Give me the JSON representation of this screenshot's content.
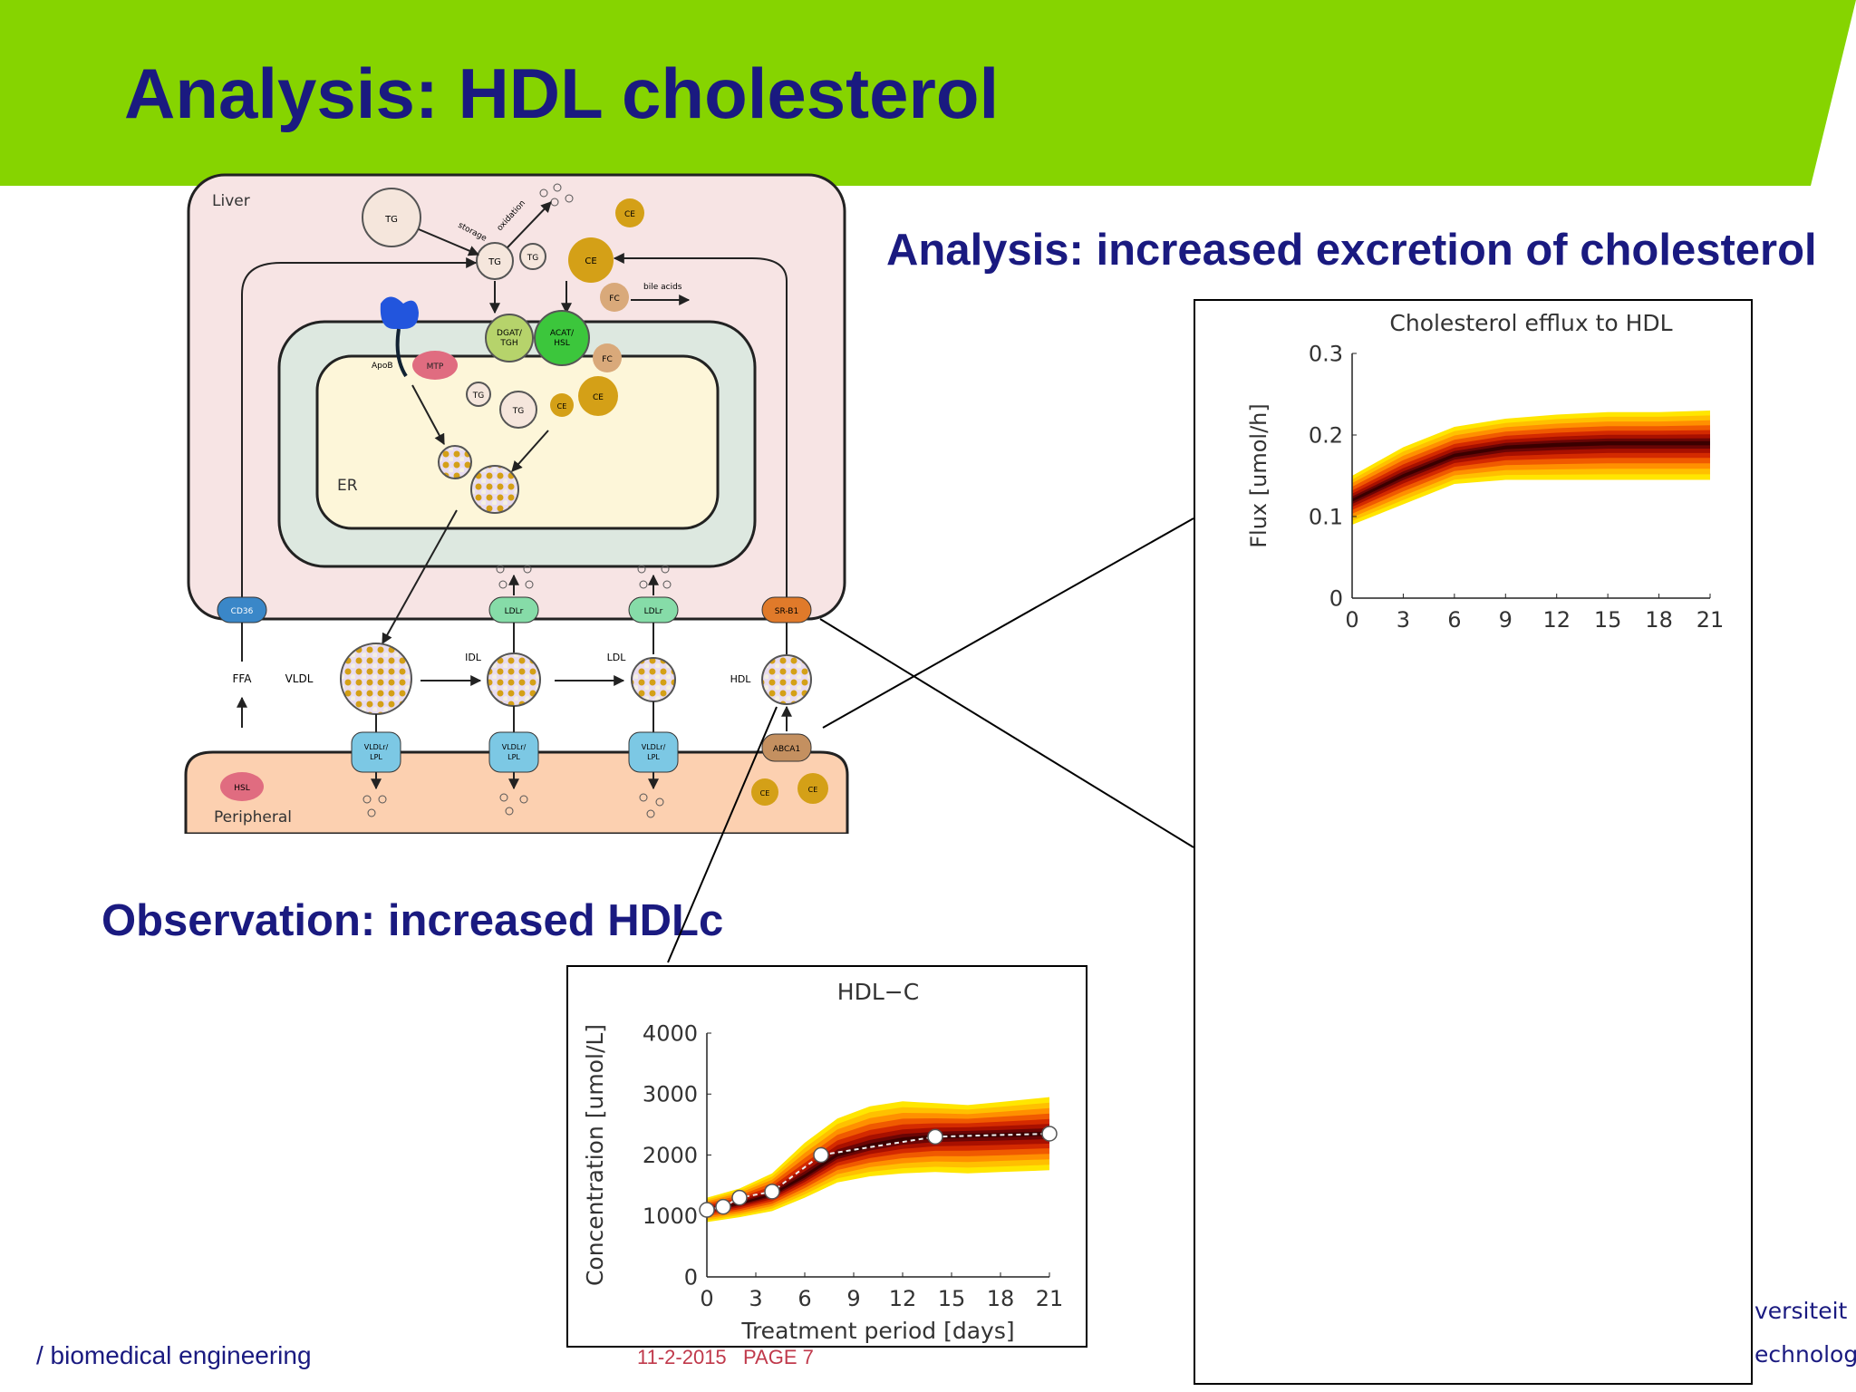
{
  "slide": {
    "title": "Analysis: HDL cholesterol",
    "analysis_heading": "Analysis: increased excretion of cholesterol",
    "observation_heading": "Observation: increased HDLc",
    "footer_left": "/ biomedical engineering",
    "footer_date": "11-2-2015",
    "footer_page": "PAGE 7",
    "logo_line1": "versiteit",
    "logo_line2": "echnology",
    "colors": {
      "banner": "#86d400",
      "heading": "#1a1a80",
      "footer_date": "#c0394b"
    }
  },
  "diagram": {
    "liver_label": "Liver",
    "peripheral_label": "Peripheral",
    "er_label": "ER",
    "storage_label": "storage",
    "oxidation_label": "oxidation",
    "bile_acids_label": "bile acids",
    "tg": "TG",
    "ce": "CE",
    "fc": "FC",
    "dgat_label_1": "DGAT/",
    "dgat_label_2": "TGH",
    "acat_label_1": "ACAT/",
    "acat_label_2": "HSL",
    "apob_label": "ApoB",
    "mtp_label": "MTP",
    "cd36_label": "CD36",
    "ldlr_label": "LDLr",
    "srb1_label": "SR-B1",
    "abca1_label": "ABCA1",
    "vldlr_label_1": "VLDLr/",
    "vldlr_label_2": "LPL",
    "hsl_label": "HSL",
    "ffa_label": "FFA",
    "vldl_label": "VLDL",
    "idl_label": "IDL",
    "ldl_label": "LDL",
    "hdl_label": "HDL"
  },
  "chart_data": [
    {
      "type": "area",
      "title": "Cholesterol efflux to HDL",
      "xlabel": "",
      "ylabel": "Flux [umol/h]",
      "xlim": [
        0,
        21
      ],
      "ylim": [
        0,
        0.3
      ],
      "x_ticks": [
        0,
        3,
        6,
        9,
        12,
        15,
        18,
        21
      ],
      "y_ticks": [
        0,
        0.1,
        0.2,
        0.3
      ],
      "x_tick_labels": [
        "0",
        "3",
        "6",
        "9",
        "12",
        "15",
        "18",
        "21"
      ],
      "y_tick_labels": [
        "0",
        "0.1",
        "0.2",
        "0.3"
      ],
      "x": [
        0,
        3,
        6,
        9,
        12,
        15,
        18,
        21
      ],
      "median": [
        0.12,
        0.15,
        0.175,
        0.185,
        0.188,
        0.19,
        0.19,
        0.19
      ],
      "lower": [
        0.09,
        0.115,
        0.14,
        0.145,
        0.145,
        0.145,
        0.145,
        0.145
      ],
      "upper": [
        0.15,
        0.185,
        0.21,
        0.22,
        0.225,
        0.228,
        0.228,
        0.23
      ],
      "legend": "none",
      "grid": false
    },
    {
      "type": "area",
      "title": "HDL−C",
      "xlabel": "Treatment period [days]",
      "ylabel": "Concentration [umol/L]",
      "xlim": [
        0,
        21
      ],
      "ylim": [
        0,
        4000
      ],
      "x_ticks": [
        0,
        3,
        6,
        9,
        12,
        15,
        18,
        21
      ],
      "y_ticks": [
        0,
        1000,
        2000,
        3000,
        4000
      ],
      "x_tick_labels": [
        "0",
        "3",
        "6",
        "9",
        "12",
        "15",
        "18",
        "21"
      ],
      "y_tick_labels": [
        "0",
        "1000",
        "2000",
        "3000",
        "4000"
      ],
      "x": [
        0,
        2,
        4,
        6,
        8,
        10,
        12,
        14,
        16,
        18,
        21
      ],
      "median": [
        1100,
        1200,
        1350,
        1650,
        2000,
        2150,
        2250,
        2300,
        2320,
        2330,
        2350
      ],
      "lower": [
        900,
        980,
        1080,
        1300,
        1550,
        1650,
        1700,
        1720,
        1700,
        1720,
        1750
      ],
      "upper": [
        1300,
        1450,
        1700,
        2200,
        2600,
        2800,
        2880,
        2850,
        2820,
        2870,
        2950
      ],
      "observed_x": [
        0,
        1,
        2,
        4,
        7,
        14,
        21
      ],
      "observed_y": [
        1100,
        1150,
        1300,
        1400,
        2000,
        2300,
        2350
      ],
      "legend": "none",
      "grid": false
    }
  ]
}
